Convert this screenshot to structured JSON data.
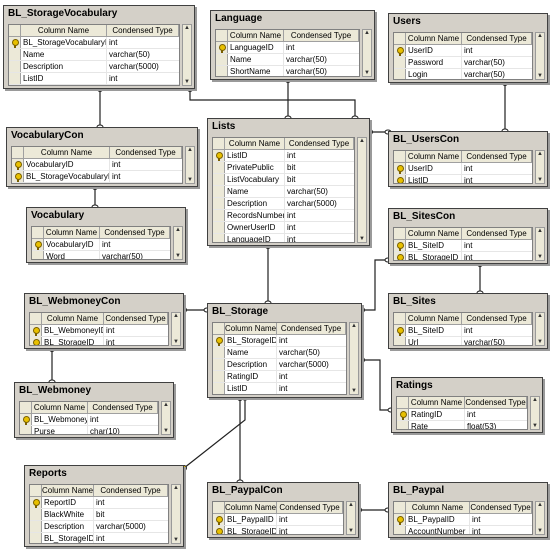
{
  "columns_header": {
    "name": "Column Name",
    "type": "Condensed Type"
  },
  "tables": [
    {
      "id": "bl-storagevocabulary",
      "title": "BL_StorageVocabulary",
      "rows": [
        {
          "name": "BL_StorageVocabularyID",
          "type": "int",
          "key": true
        },
        {
          "name": "Name",
          "type": "varchar(50)",
          "key": false
        },
        {
          "name": "Description",
          "type": "varchar(5000)",
          "key": false
        },
        {
          "name": "ListID",
          "type": "int",
          "key": false
        }
      ]
    },
    {
      "id": "language",
      "title": "Language",
      "rows": [
        {
          "name": "LanguageID",
          "type": "int",
          "key": true
        },
        {
          "name": "Name",
          "type": "varchar(50)",
          "key": false
        },
        {
          "name": "ShortName",
          "type": "varchar(50)",
          "key": false
        }
      ]
    },
    {
      "id": "users",
      "title": "Users",
      "rows": [
        {
          "name": "UserID",
          "type": "int",
          "key": true
        },
        {
          "name": "Password",
          "type": "varchar(50)",
          "key": false
        },
        {
          "name": "Login",
          "type": "varchar(50)",
          "key": false
        }
      ]
    },
    {
      "id": "vocabularycon",
      "title": "VocabularyCon",
      "rows": [
        {
          "name": "VocabularyID",
          "type": "int",
          "key": true
        },
        {
          "name": "BL_StorageVocabularyID",
          "type": "int",
          "key": true
        }
      ]
    },
    {
      "id": "lists",
      "title": "Lists",
      "rows": [
        {
          "name": "ListID",
          "type": "int",
          "key": true
        },
        {
          "name": "PrivatePublic",
          "type": "bit",
          "key": false
        },
        {
          "name": "ListVocabulary",
          "type": "bit",
          "key": false
        },
        {
          "name": "Name",
          "type": "varchar(50)",
          "key": false
        },
        {
          "name": "Description",
          "type": "varchar(5000)",
          "key": false
        },
        {
          "name": "RecordsNumber",
          "type": "int",
          "key": false
        },
        {
          "name": "OwnerUserID",
          "type": "int",
          "key": false
        },
        {
          "name": "LanguageID",
          "type": "int",
          "key": false
        }
      ]
    },
    {
      "id": "bl-userscon",
      "title": "BL_UsersCon",
      "rows": [
        {
          "name": "UserID",
          "type": "int",
          "key": true
        },
        {
          "name": "ListID",
          "type": "int",
          "key": true
        }
      ]
    },
    {
      "id": "vocabulary",
      "title": "Vocabulary",
      "rows": [
        {
          "name": "VocabularyID",
          "type": "int",
          "key": true
        },
        {
          "name": "Word",
          "type": "varchar(50)",
          "key": false
        }
      ]
    },
    {
      "id": "bl-sitescon",
      "title": "BL_SitesCon",
      "rows": [
        {
          "name": "BL_SiteID",
          "type": "int",
          "key": true
        },
        {
          "name": "BL_StorageID",
          "type": "int",
          "key": true
        }
      ]
    },
    {
      "id": "bl-webmoneycon",
      "title": "BL_WebmoneyCon",
      "rows": [
        {
          "name": "BL_WebmoneyID",
          "type": "int",
          "key": true
        },
        {
          "name": "BL_StorageID",
          "type": "int",
          "key": true
        }
      ]
    },
    {
      "id": "bl-storage",
      "title": "BL_Storage",
      "rows": [
        {
          "name": "BL_StorageID",
          "type": "int",
          "key": true
        },
        {
          "name": "Name",
          "type": "varchar(50)",
          "key": false
        },
        {
          "name": "Description",
          "type": "varchar(5000)",
          "key": false
        },
        {
          "name": "RatingID",
          "type": "int",
          "key": false
        },
        {
          "name": "ListID",
          "type": "int",
          "key": false
        }
      ]
    },
    {
      "id": "bl-sites",
      "title": "BL_Sites",
      "rows": [
        {
          "name": "BL_SiteID",
          "type": "int",
          "key": true
        },
        {
          "name": "Url",
          "type": "varchar(50)",
          "key": false
        }
      ]
    },
    {
      "id": "bl-webmoney",
      "title": "BL_Webmoney",
      "rows": [
        {
          "name": "BL_WebmoneyID",
          "type": "int",
          "key": true
        },
        {
          "name": "Purse",
          "type": "char(10)",
          "key": false
        }
      ]
    },
    {
      "id": "ratings",
      "title": "Ratings",
      "rows": [
        {
          "name": "RatingID",
          "type": "int",
          "key": true
        },
        {
          "name": "Rate",
          "type": "float(53)",
          "key": false
        }
      ]
    },
    {
      "id": "reports",
      "title": "Reports",
      "rows": [
        {
          "name": "ReportID",
          "type": "int",
          "key": true
        },
        {
          "name": "BlackWhite",
          "type": "bit",
          "key": false
        },
        {
          "name": "Description",
          "type": "varchar(5000)",
          "key": false
        },
        {
          "name": "BL_StorageID",
          "type": "int",
          "key": false
        }
      ]
    },
    {
      "id": "bl-paypalcon",
      "title": "BL_PaypalCon",
      "rows": [
        {
          "name": "BL_PaypalID",
          "type": "int",
          "key": true
        },
        {
          "name": "BL_StorageID",
          "type": "int",
          "key": true
        }
      ]
    },
    {
      "id": "bl-paypal",
      "title": "BL_Paypal",
      "rows": [
        {
          "name": "BL_PaypalID",
          "type": "int",
          "key": true
        },
        {
          "name": "AccountNumber",
          "type": "int",
          "key": false
        }
      ]
    }
  ]
}
